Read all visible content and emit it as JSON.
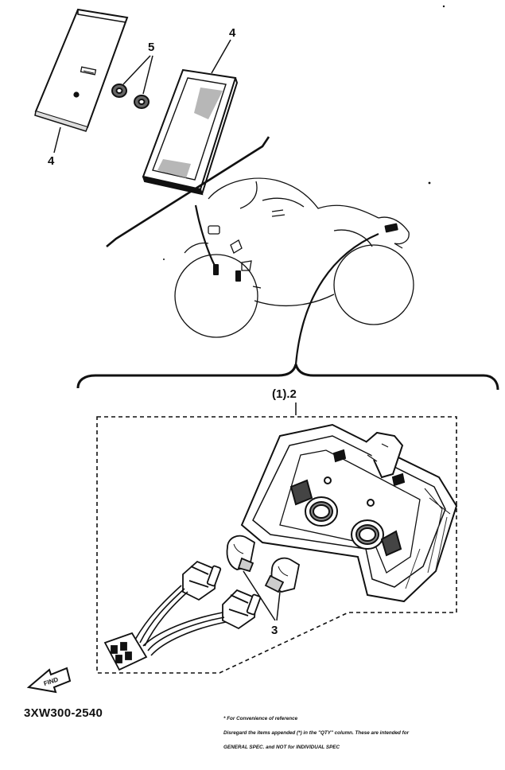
{
  "callouts": {
    "lens_left": "4",
    "lens_right": "4",
    "nuts": "5",
    "bulbs": "3",
    "assembly": "(1).2"
  },
  "find_label": "FIND",
  "reference_code": "3XW300-2540",
  "notes": [
    "* For Convenience of reference",
    "Disregard the items appended (*) in the \"QTY\" column. These are intended for",
    "GENERAL SPEC. and NOT for INDIVIDUAL SPEC"
  ]
}
